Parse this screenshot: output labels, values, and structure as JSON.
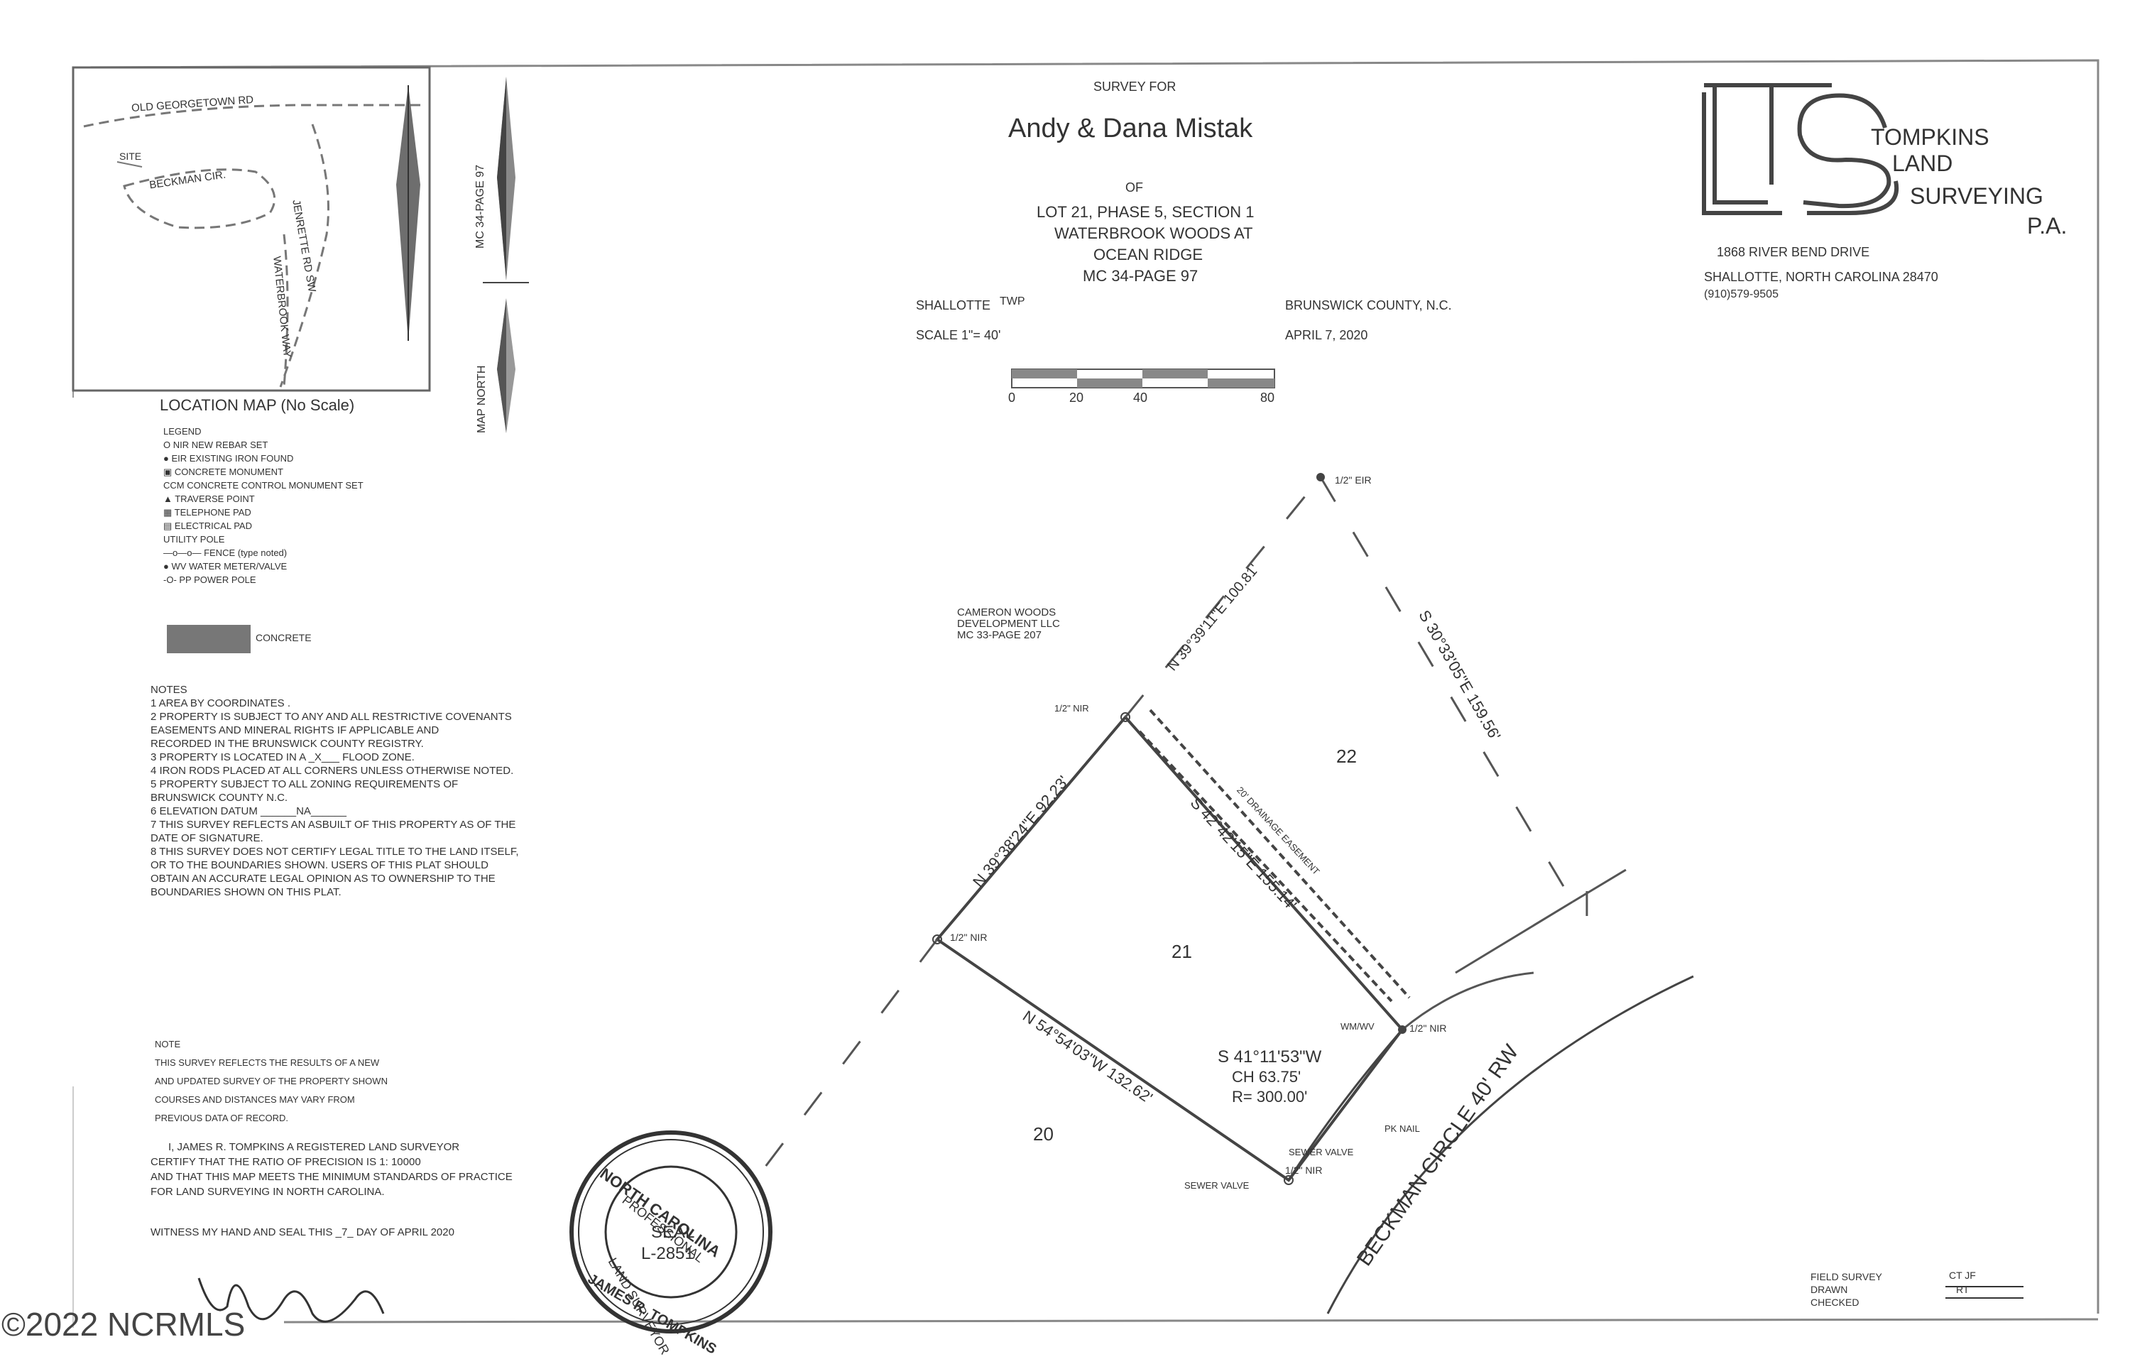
{
  "header": {
    "survey_for": "SURVEY FOR",
    "owner": "Andy & Dana Mistak",
    "of": "OF",
    "lot_line1": "LOT 21, PHASE 5, SECTION 1",
    "lot_line2": "WATERBROOK WOODS AT",
    "lot_line3": "OCEAN RIDGE",
    "lot_line4": "MC 34-PAGE 97",
    "township": "SHALLOTTE",
    "twp": "TWP",
    "county": "BRUNSWICK COUNTY, N.C.",
    "scale": "SCALE 1\"= 40'",
    "date": "APRIL 7, 2020",
    "scale_ticks": [
      "0",
      "20",
      "40",
      "80"
    ]
  },
  "company": {
    "name1": "TOMPKINS",
    "name2": "LAND",
    "name3": "SURVEYING",
    "name4": "P.A.",
    "address": "1868 RIVER BEND DRIVE",
    "city": "SHALLOTTE, NORTH CAROLINA    28470",
    "phone": "(910)579-9505"
  },
  "location_map": {
    "caption": "LOCATION MAP (No Scale)",
    "road1": "OLD GEORGETOWN RD",
    "road2": "BECKMAN CIR.",
    "road3": "JENRETTE RD SW",
    "road4": "WATERBROOK WAY",
    "site": "SITE",
    "mc_label": "MC 34-PAGE 97",
    "map_north": "MAP NORTH"
  },
  "legend": {
    "title": "LEGEND",
    "items": [
      "O NIR    NEW REBAR   SET",
      "● EIR    EXISTING IRON   FOUND",
      "▣ CONCRETE MONUMENT",
      "  CCM CONCRETE CONTROL MONUMENT SET",
      "▲ TRAVERSE POINT",
      "▦ TELEPHONE PAD",
      "▤ ELECTRICAL PAD",
      "      UTILITY POLE",
      "—o—o—  FENCE (type noted)",
      "● WV    WATER METER/VALVE",
      "-O- PP   POWER POLE"
    ],
    "concrete": "CONCRETE"
  },
  "notes": {
    "title": "NOTES",
    "items": [
      "1 AREA BY COORDINATES .",
      "2 PROPERTY IS SUBJECT TO ANY AND ALL RESTRICTIVE COVENANTS",
      "   EASEMENTS AND MINERAL RIGHTS IF APPLICABLE AND",
      "   RECORDED IN THE BRUNSWICK COUNTY REGISTRY.",
      "3 PROPERTY IS LOCATED IN A _X___ FLOOD ZONE.",
      "4 IRON RODS PLACED AT ALL CORNERS UNLESS OTHERWISE NOTED.",
      "5 PROPERTY SUBJECT TO ALL ZONING REQUIREMENTS OF",
      "   BRUNSWICK COUNTY              N.C.",
      "6 ELEVATION DATUM ______NA______",
      "7 THIS SURVEY REFLECTS AN ASBUILT OF THIS PROPERTY AS OF THE",
      "   DATE OF SIGNATURE.",
      "8 THIS SURVEY DOES NOT CERTIFY LEGAL TITLE TO THE LAND ITSELF,",
      "   OR TO THE BOUNDARIES SHOWN. USERS OF THIS PLAT SHOULD",
      "   OBTAIN AN ACCURATE LEGAL OPINION AS TO OWNERSHIP TO THE",
      "   BOUNDARIES SHOWN ON THIS PLAT."
    ]
  },
  "note2": {
    "title": "NOTE",
    "items": [
      "THIS SURVEY REFLECTS THE RESULTS OF A NEW",
      "AND UPDATED SURVEY OF THE PROPERTY SHOWN",
      "COURSES AND DISTANCES MAY VARY FROM",
      "PREVIOUS DATA OF RECORD."
    ]
  },
  "certification": {
    "line1": "I, JAMES R. TOMPKINS A REGISTERED LAND SURVEYOR",
    "line2": "CERTIFY THAT THE RATIO OF PRECISION IS 1: 10000",
    "line3": "AND THAT THIS MAP MEETS THE MINIMUM STANDARDS OF PRACTICE",
    "line4": "FOR LAND SURVEYING IN NORTH CAROLINA.",
    "witness": "WITNESS MY HAND AND SEAL THIS _7_ DAY OF  APRIL 2020"
  },
  "seal": {
    "top": "NORTH CAROLINA",
    "professional": "PROFESSIONAL",
    "seal": "SEAL",
    "number": "L-2851",
    "land_surveyor": "LAND SURVEYOR",
    "name": "JAMES R. TOMPKINS"
  },
  "plat": {
    "adjoiner": "CAMERON WOODS",
    "adjoiner2": "DEVELOPMENT LLC",
    "adjoiner3": "MC 33-PAGE 207",
    "lot21": "21",
    "lot22": "22",
    "lot20": "20",
    "bearing_nw": "N 39°38'24\"E 92.23'",
    "bearing_ne_top": "N 39°39'11\"E 100.81'",
    "bearing_e": "S 30°33'05\"E 159.56'",
    "bearing_ne": "S 42°42'15\"E 155.14'",
    "bearing_sw": "N 54°54'03\"W 132.62'",
    "curve1": "S 41°11'53\"W",
    "curve2": "CH 63.75'",
    "curve3": "R= 300.00'",
    "easement": "20' DRAINAGE EASEMENT",
    "street": "BECKMAN CIRCLE  40' RW",
    "iron1": "1/2\" EIR",
    "iron2": "1/2\" NIR",
    "iron3": "1/2\" NIR",
    "iron4": "1/2\" NIR",
    "iron5": "1/2\" NIR",
    "wmv": "WM/WV",
    "pk_nail": "PK NAIL",
    "sewer1": "SEWER VALVE",
    "sewer2": "SEWER VALVE"
  },
  "field": {
    "survey": "FIELD SURVEY",
    "survey_val": "CT JF",
    "drawn": "DRAWN",
    "drawn_val": "RT",
    "checked": "CHECKED"
  },
  "watermark": "©2022 NCRMLS"
}
